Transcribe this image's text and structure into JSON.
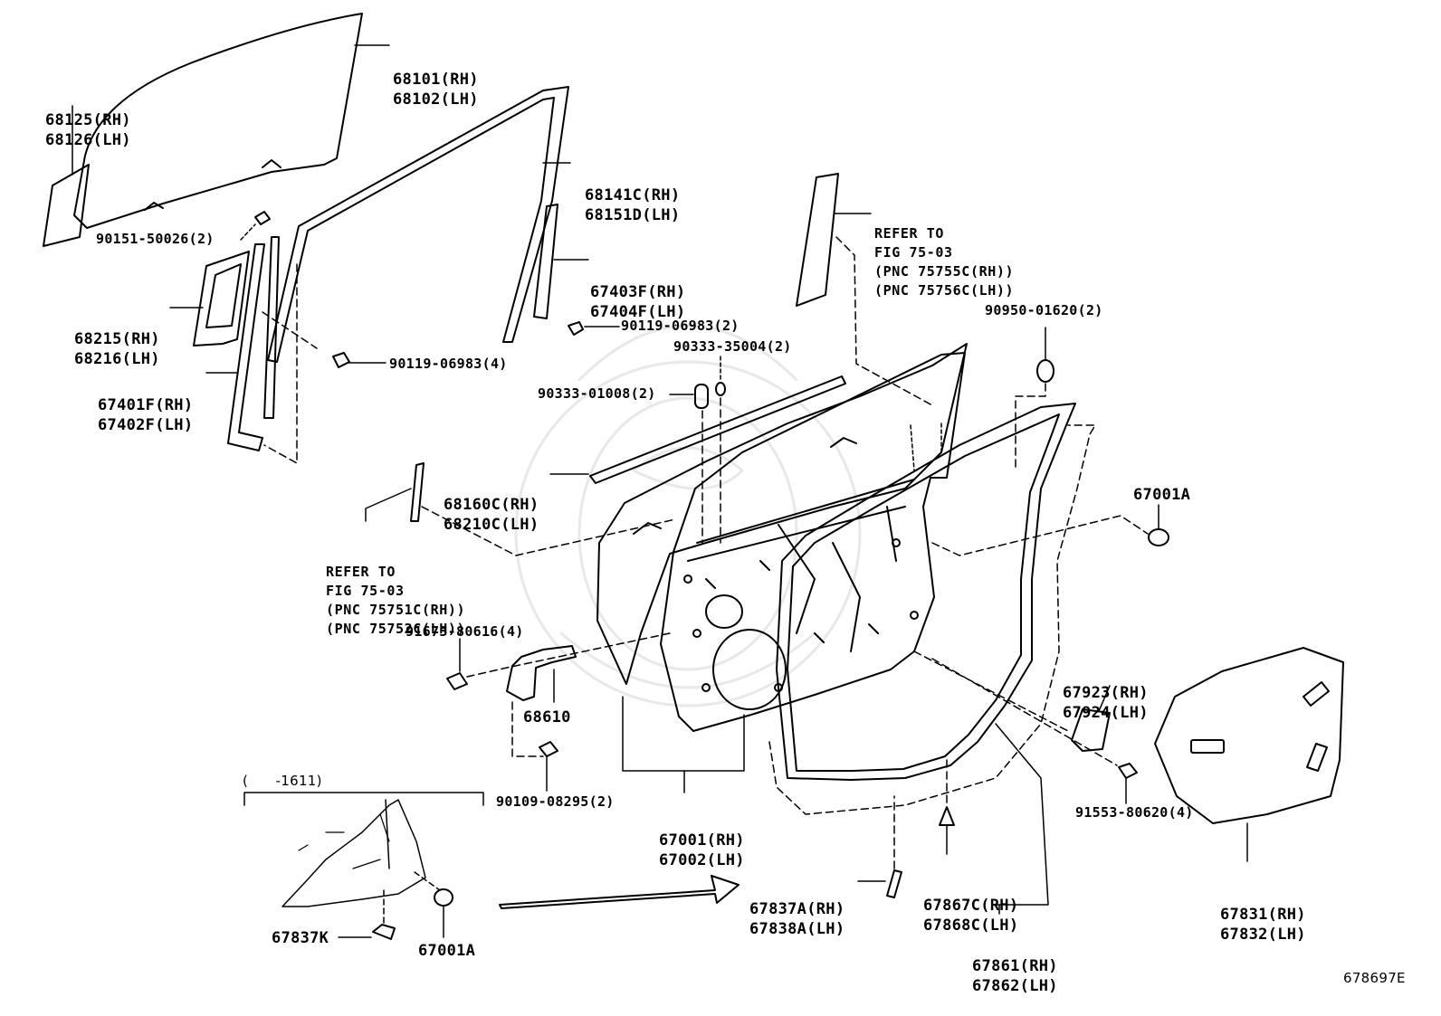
{
  "labels": {
    "glass": [
      "68101(RH)",
      "68102(LH)"
    ],
    "glass_sub": [
      "68125(RH)",
      "68126(LH)"
    ],
    "run_channel": [
      "68141C(RH)",
      "68151D(LH)"
    ],
    "bolt_top_left": "90151-50026(2)",
    "sash_front": [
      "67403F(RH)",
      "67404F(LH)"
    ],
    "bracket": [
      "68215(RH)",
      "68216(LH)"
    ],
    "bolt_sash": "90119-06983(2)",
    "sash_rear": [
      "67401F(RH)",
      "67402F(LH)"
    ],
    "bolt_sash_rear": "90119-06983(4)",
    "refer_top": [
      "REFER TO",
      "FIG 75-03",
      "(PNC 75755C(RH))",
      "(PNC 75756C(LH))"
    ],
    "clip_a": "90950-01620(2)",
    "clip_b": "90333-35004(2)",
    "clip_c": "90333-01008(2)",
    "weatherstrip_belt": [
      "68160C(RH)",
      "68210C(LH)"
    ],
    "refer_left": [
      "REFER TO",
      "FIG 75-03",
      "(PNC 75751C(RH))",
      "(PNC 75752C(LH))"
    ],
    "plug_right": "67001A",
    "bolt_hinge": "91673-80616(4)",
    "check": "68610",
    "bolt_check": "90109-08295(2)",
    "door_panel": [
      "67001(RH)",
      "67002(LH)"
    ],
    "hole_cover_trim": [
      "67923(RH)",
      "67924(LH)"
    ],
    "bolt_trim": "91553-80620(4)",
    "service_hole_cover": [
      "67831(RH)",
      "67832(LH)"
    ],
    "inset_range": "(      -1611)",
    "seal_a": [
      "67837A(RH)",
      "67838A(LH)"
    ],
    "seal_c": [
      "67867C(RH)",
      "67868C(LH)"
    ],
    "weatherstrip_door": [
      "67861(RH)",
      "67862(LH)"
    ],
    "inset_seal": "67837K",
    "inset_plug": "67001A",
    "figure_id": "678697E"
  },
  "colors": {
    "line": "#000000",
    "watermark": "#e6e6e6",
    "background": "#ffffff"
  }
}
